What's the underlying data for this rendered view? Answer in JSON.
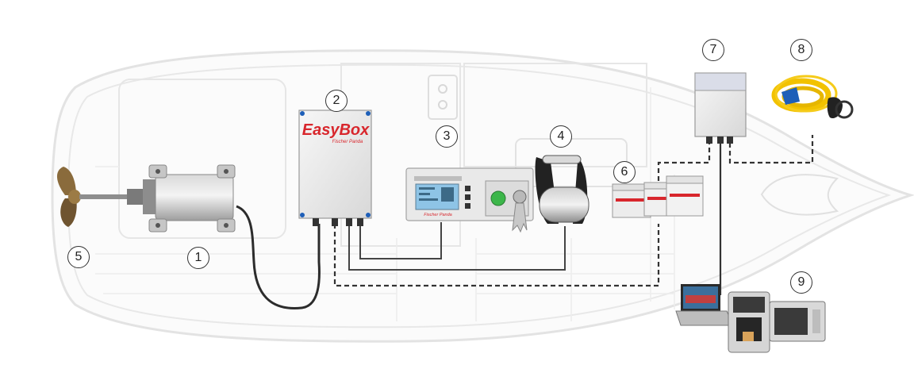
{
  "labels": [
    "1",
    "2",
    "3",
    "4",
    "5",
    "6",
    "7",
    "8",
    "9"
  ],
  "easybox": {
    "brand": "EasyBox",
    "sub": "Fischer Panda"
  },
  "panel": {
    "sub": "Fischer Panda"
  },
  "colors": {
    "wire": "#3a3a3a",
    "hull": "#e6e6e6",
    "brand_red": "#d8262c",
    "cable_yellow": "#f2c200",
    "plug_blue": "#1e5fb8",
    "button_green": "#3cb64a"
  }
}
